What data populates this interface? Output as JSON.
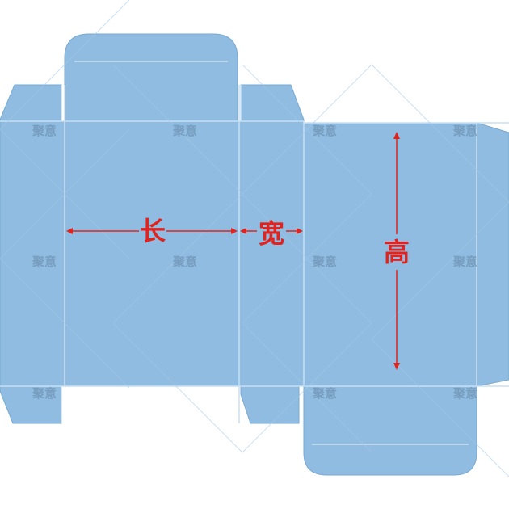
{
  "diagram": {
    "dimension_labels": {
      "length": "长",
      "width": "宽",
      "height": "高"
    },
    "watermark": "聚意",
    "colors": {
      "panel_fill": "#8fbce0",
      "panel_stroke": "#7aa9d1",
      "fold_line": "#c9e0f2",
      "arrow": "#e0231e",
      "label": "#e0231e",
      "watermark": "#6f93b5",
      "background": "#ffffff"
    }
  }
}
